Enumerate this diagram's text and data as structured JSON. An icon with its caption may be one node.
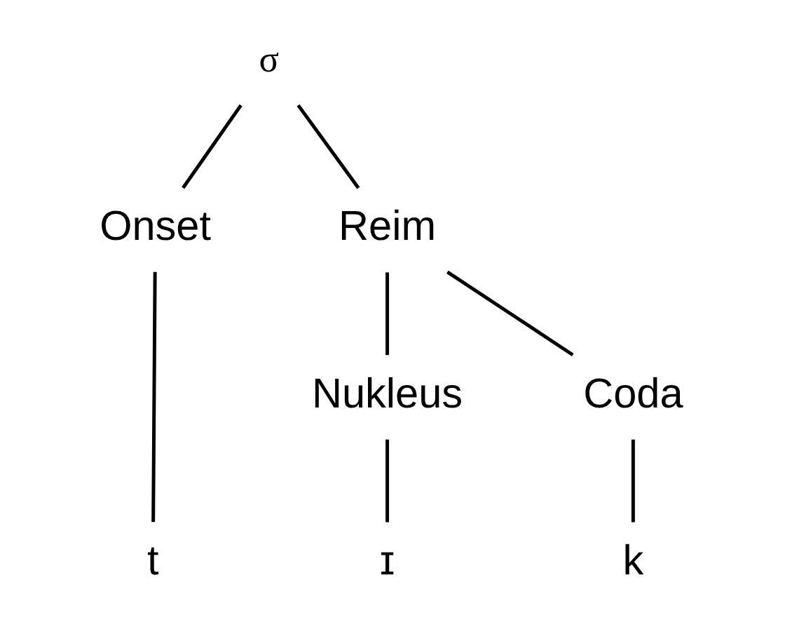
{
  "diagram": {
    "nodes": [
      {
        "text": [
          "σ"
        ]
      },
      {
        "text": [
          "Onset"
        ]
      },
      {
        "text": [
          "Reim"
        ]
      },
      {
        "text": [
          "Nukleus"
        ]
      },
      {
        "text": [
          "Coda"
        ]
      },
      {
        "text": [
          "t"
        ]
      },
      {
        "text": [
          "ɪ"
        ]
      },
      {
        "text": [
          "k"
        ]
      }
    ],
    "edges": [
      {
        "from": 0,
        "to": 1,
        "arrow": "none"
      },
      {
        "from": 0,
        "to": 2,
        "arrow": "none"
      },
      {
        "from": 2,
        "to": 3,
        "arrow": "none"
      },
      {
        "from": 2,
        "to": 4,
        "arrow": "none"
      },
      {
        "from": 1,
        "to": 5,
        "arrow": "none"
      },
      {
        "from": 3,
        "to": 6,
        "arrow": "none"
      },
      {
        "from": 4,
        "to": 7,
        "arrow": "none"
      }
    ]
  }
}
